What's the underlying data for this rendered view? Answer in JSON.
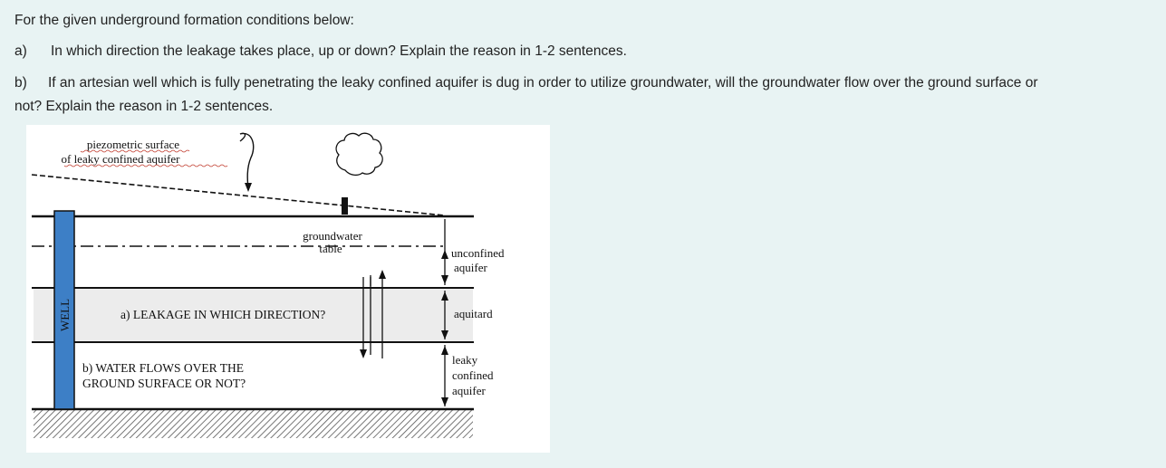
{
  "question": {
    "intro": "For the given underground formation conditions below:",
    "part_a": {
      "label": "a)",
      "text": "In which direction the leakage takes place, up or down? Explain the reason in 1-2 sentences."
    },
    "part_b": {
      "label": "b)",
      "text_line1": "If an artesian well which is fully penetrating the leaky confined aquifer is dug in order to utilize groundwater, will the groundwater flow over the ground surface or",
      "text_line2": "not? Explain the reason in 1-2 sentences."
    }
  },
  "diagram": {
    "piezometric_label_1": "piezometric surface",
    "piezometric_label_2": "of leaky confined aquifer",
    "groundwater_label_1": "groundwater",
    "groundwater_label_2": "table",
    "unconfined_label_1": "unconfined",
    "unconfined_label_2": "aquifer",
    "aquitard_label": "aquitard",
    "leaky_label_1": "leaky",
    "leaky_label_2": "confined",
    "leaky_label_3": "aquifer",
    "well_label": "WELL",
    "question_a": "a) LEAKAGE IN WHICH DIRECTION?",
    "question_b_1": "b) WATER FLOWS OVER THE",
    "question_b_2": "GROUND SURFACE OR NOT?",
    "colors": {
      "well_fill": "#3d7fc6",
      "aquitard_fill": "#ececec",
      "label_underline": "#c0392b"
    }
  }
}
